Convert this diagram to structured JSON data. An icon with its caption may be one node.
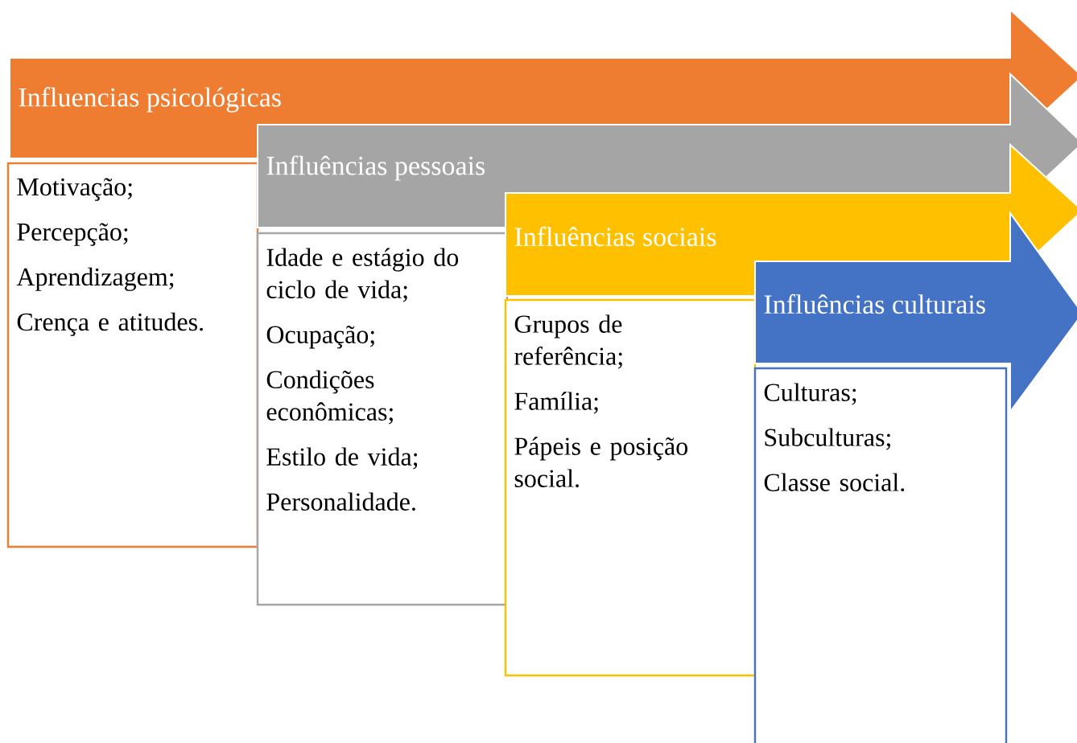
{
  "diagram": {
    "nodes": [
      {
        "text": [
          "Influencias psicológicas"
        ]
      },
      {
        "text": [
          "Motivação;",
          "Percepção;",
          "Aprendizagem;",
          "Crença e atitudes."
        ]
      },
      {
        "text": [
          "Influências pessoais"
        ]
      },
      {
        "text": [
          "Idade e estágio do ciclo de vida;",
          "Ocupação;",
          "Condições econômicas;",
          "Estilo de vida;",
          "Personalidade."
        ]
      },
      {
        "text": [
          "Influências sociais"
        ]
      },
      {
        "text": [
          "Grupos de referência;",
          "Família;",
          "Pápeis e posição social."
        ]
      },
      {
        "text": [
          "Influências culturais"
        ]
      },
      {
        "text": [
          "Culturas;",
          "Subculturas;",
          "Classe social."
        ]
      }
    ]
  }
}
